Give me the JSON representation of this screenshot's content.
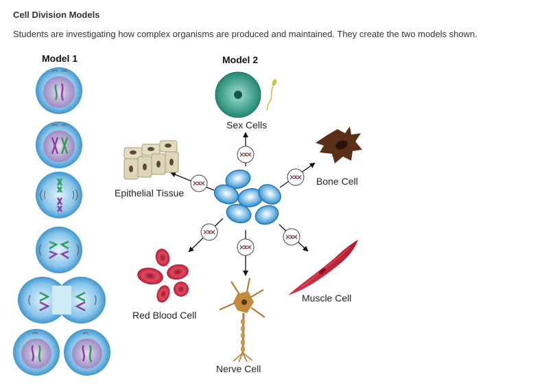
{
  "header": {
    "title": "Cell Division Models",
    "intro": "Students are investigating how complex organisms are produced and maintained. They create the two models shown."
  },
  "model1": {
    "label": "Model 1"
  },
  "model2": {
    "label": "Model 2",
    "cells": {
      "sex": "Sex Cells",
      "epithelial": "Epithelial Tissue",
      "bone": "Bone Cell",
      "red_blood": "Red Blood Cell",
      "nerve": "Nerve Cell",
      "muscle": "Muscle Cell"
    }
  },
  "colors": {
    "cell_blue": "#4aa0d5",
    "nucleus_purple": "#9f8cc4",
    "chromosome_green": "#2f9a5a",
    "chromosome_purple": "#8a3f9e",
    "stem_cell_blue": "#2e8fd0",
    "sex_cell_teal": "#2d9a86",
    "red_blood": "#c0243a",
    "bone_brown": "#5b3019",
    "nerve_tan": "#b77a2c",
    "muscle_red": "#c8263a",
    "epithelial_beige": "#ddd6b8"
  },
  "icons": [
    "dna-icon",
    "arrow-icon"
  ]
}
